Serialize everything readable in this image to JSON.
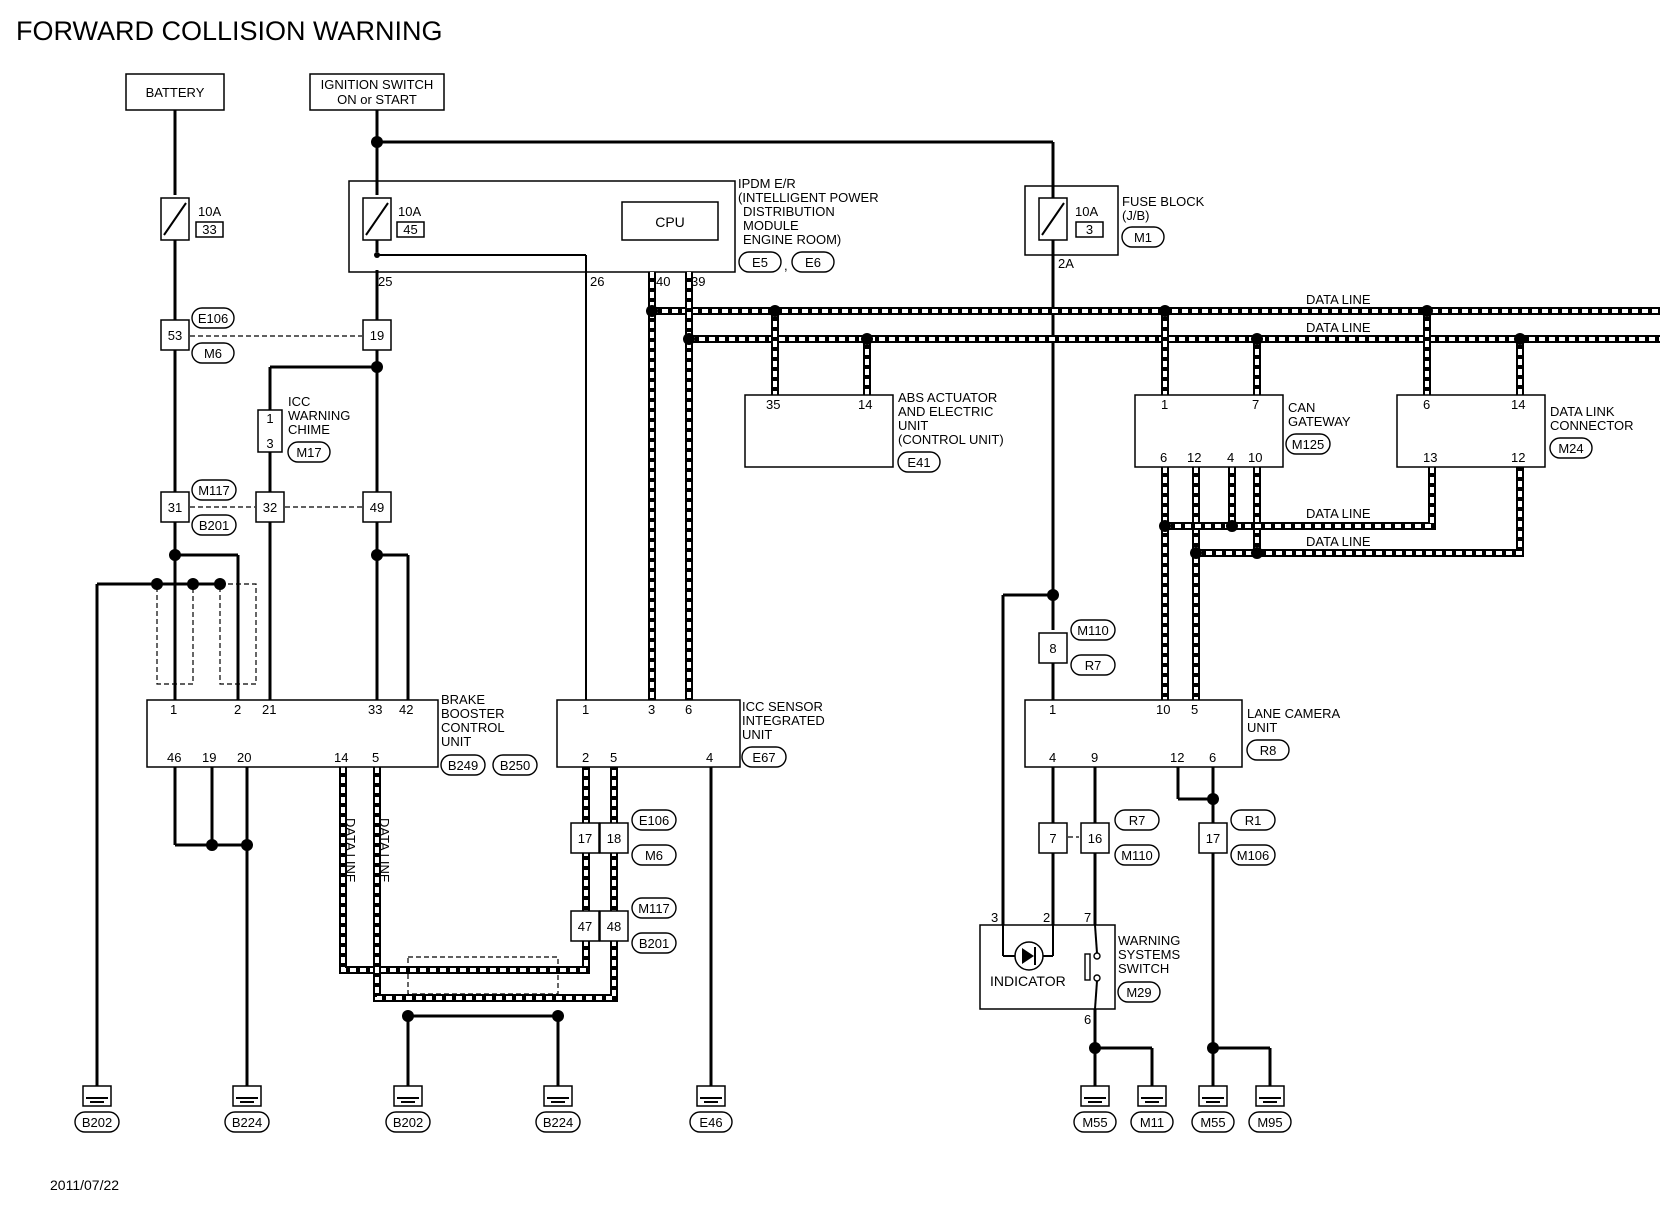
{
  "title": "FORWARD COLLISION WARNING",
  "date": "2011/07/22",
  "power": {
    "battery": "BATTERY",
    "ignition_line1": "IGNITION SWITCH",
    "ignition_line2": "ON or START"
  },
  "fuses": {
    "battery_fuse": {
      "amps": "10A",
      "num": "33"
    },
    "ipdm_fuse": {
      "amps": "10A",
      "num": "45"
    },
    "jb_fuse": {
      "amps": "10A",
      "num": "3"
    }
  },
  "ipdm": {
    "cpu": "CPU",
    "line1": "IPDM E/R",
    "line2": "(INTELLIGENT POWER",
    "line3": "DISTRIBUTION",
    "line4": "MODULE",
    "line5": "ENGINE ROOM)",
    "conn1": "E5",
    "conn2": "E6",
    "sep": ",",
    "pin25": "25",
    "pin26": "26",
    "pin40": "40",
    "pin39": "39"
  },
  "fuse_block": {
    "line1": "FUSE BLOCK",
    "line2": "(J/B)",
    "conn": "M1",
    "pin": "2A"
  },
  "data_line": "DATA LINE",
  "abs": {
    "line1": "ABS ACTUATOR",
    "line2": "AND ELECTRIC",
    "line3": "UNIT",
    "line4": "(CONTROL UNIT)",
    "conn": "E41",
    "pin35": "35",
    "pin14": "14"
  },
  "can": {
    "line1": "CAN",
    "line2": "GATEWAY",
    "conn": "M125",
    "pin1": "1",
    "pin7": "7",
    "pin6": "6",
    "pin12": "12",
    "pin4": "4",
    "pin10": "10"
  },
  "dlc": {
    "line1": "DATA LINK",
    "line2": "CONNECTOR",
    "conn": "M24",
    "pin6": "6",
    "pin14": "14",
    "pin13": "13",
    "pin12": "12"
  },
  "chime": {
    "line1": "ICC",
    "line2": "WARNING",
    "line3": "CHIME",
    "conn": "M17",
    "pin1": "1",
    "pin3": "3"
  },
  "joints": {
    "j53": "53",
    "j19": "19",
    "e106": "E106",
    "m6": "M6",
    "j31": "31",
    "j32": "32",
    "j49": "49",
    "m117": "M117",
    "b201": "B201",
    "j17": "17",
    "j18": "18",
    "j47": "47",
    "j48": "48",
    "j8": "8",
    "m110": "M110",
    "r7": "R7",
    "j7": "7",
    "j16": "16",
    "j17b": "17",
    "r1": "R1",
    "m106": "M106"
  },
  "brake": {
    "line1": "BRAKE",
    "line2": "BOOSTER",
    "line3": "CONTROL",
    "line4": "UNIT",
    "conn1": "B249",
    "conn2": "B250",
    "pin1": "1",
    "pin2": "2",
    "pin21": "21",
    "pin33": "33",
    "pin42": "42",
    "pin46": "46",
    "pin19": "19",
    "pin20": "20",
    "pin14": "14",
    "pin5": "5"
  },
  "icc": {
    "line1": "ICC SENSOR",
    "line2": "INTEGRATED",
    "line3": "UNIT",
    "conn": "E67",
    "pin1": "1",
    "pin3": "3",
    "pin6": "6",
    "pin2": "2",
    "pin5": "5",
    "pin4": "4"
  },
  "lane": {
    "line1": "LANE CAMERA",
    "line2": "UNIT",
    "conn": "R8",
    "pin1": "1",
    "pin10": "10",
    "pin5": "5",
    "pin4": "4",
    "pin9": "9",
    "pin12": "12",
    "pin6": "6"
  },
  "switch": {
    "indicator": "INDICATOR",
    "line1": "WARNING",
    "line2": "SYSTEMS",
    "line3": "SWITCH",
    "conn": "M29",
    "pin3": "3",
    "pin2": "2",
    "pin7": "7",
    "pin6": "6"
  },
  "grounds": {
    "g1": "B202",
    "g2": "B224",
    "g3": "B202",
    "g4": "B224",
    "g5": "E46",
    "g6": "M55",
    "g7": "M11",
    "g8": "M55",
    "g9": "M95"
  }
}
